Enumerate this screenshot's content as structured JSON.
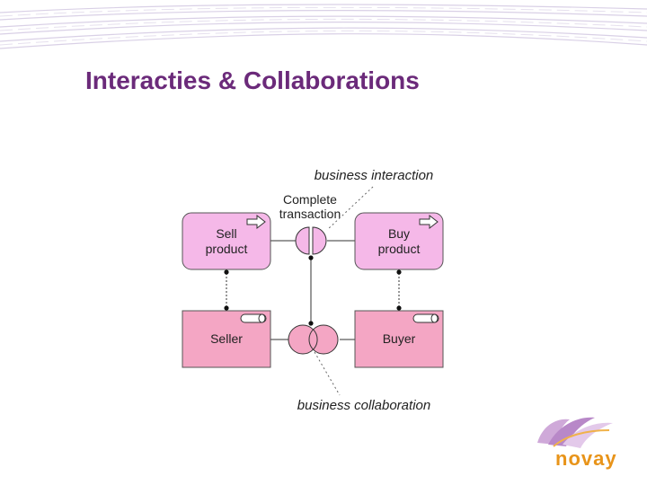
{
  "slide": {
    "title": "Interacties & Collaborations"
  },
  "diagram": {
    "process_left": [
      "Sell",
      "product"
    ],
    "process_right": [
      "Buy",
      "product"
    ],
    "interaction_name": [
      "Complete",
      "transaction"
    ],
    "role_left": "Seller",
    "role_right": "Buyer",
    "annotation_interaction": "business interaction",
    "annotation_collaboration": "business collaboration"
  },
  "colors": {
    "title": "#6b2a7a",
    "process_fill": "#f5b8e8",
    "role_fill": "#f4a6c4",
    "collab_fill": "#f4a6c4",
    "logo_text": "#e8941a"
  },
  "logo": {
    "text": "novay"
  }
}
